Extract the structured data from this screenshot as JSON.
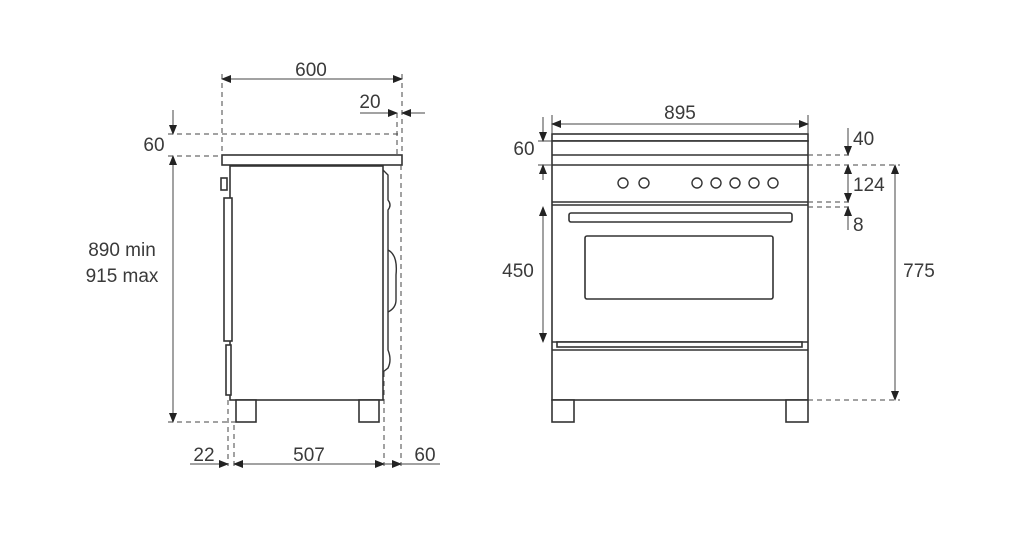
{
  "side_view": {
    "dimensions": {
      "total_depth": "600",
      "rear_offset": "20",
      "worktop_height": "60",
      "height_min": "890 min",
      "height_max": "915 max",
      "door_protrusion": "22",
      "body_depth": "507",
      "rear_gap": "60"
    }
  },
  "front_view": {
    "dimensions": {
      "width": "895",
      "top_height": "60",
      "top_thickness": "40",
      "control_panel": "124",
      "gap": "8",
      "oven_height": "450",
      "body_height": "775"
    }
  }
}
